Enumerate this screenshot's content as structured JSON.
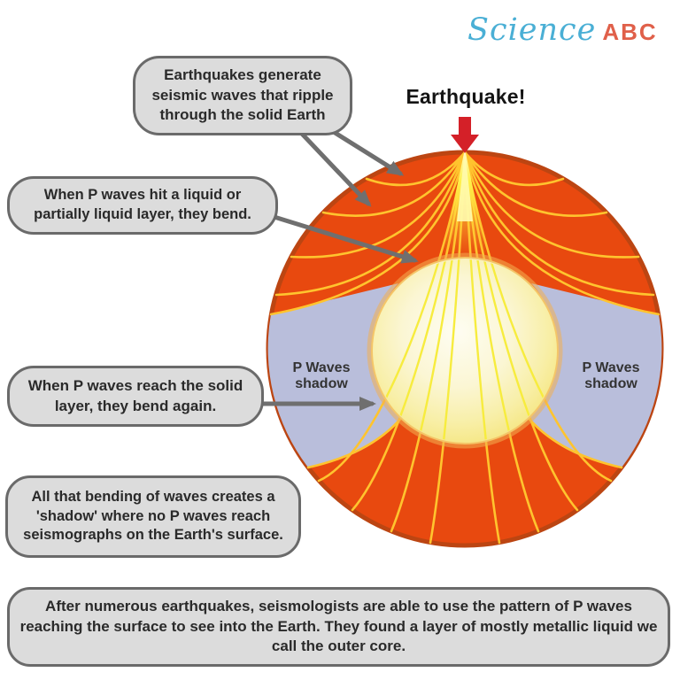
{
  "logo": {
    "part1": "Science",
    "part2": "ABC"
  },
  "labels": {
    "earthquake": "Earthquake!",
    "shadow_left_line1": "P Waves",
    "shadow_left_line2": "shadow",
    "shadow_right_line1": "P Waves",
    "shadow_right_line2": "shadow"
  },
  "callouts": {
    "generate": "Earthquakes generate seismic waves that ripple through the solid Earth",
    "bend": "When P waves hit a liquid or partially liquid layer, they bend.",
    "bend_again": "When P waves reach the solid layer, they bend again.",
    "shadow_summary": "All that bending of waves creates a 'shadow' where no P waves reach seismographs on the Earth's surface.",
    "conclusion": "After numerous earthquakes, seismologists are able to use the pattern of P waves reaching the surface to see into the Earth. They found a layer of mostly metallic liquid we call the outer core."
  },
  "colors": {
    "mantle_orange": "#E8490F",
    "earth_rim": "#BC4512",
    "outer_core_center": "#FEFDF2",
    "outer_core_edge": "#F5E57C",
    "core_glow": "#F2AE52",
    "wave_ray_mantle": "#FFC42E",
    "wave_ray_core": "#F7EC3E",
    "shadow_zone": "#B9BEDB",
    "callout_fill": "#DCDCDC",
    "callout_border": "#6A6A6A",
    "pointer_gray": "#6F6F6F",
    "earthquake_arrow_red": "#D42028",
    "logo_blue": "#4AAFD5",
    "logo_red": "#E0604A"
  }
}
